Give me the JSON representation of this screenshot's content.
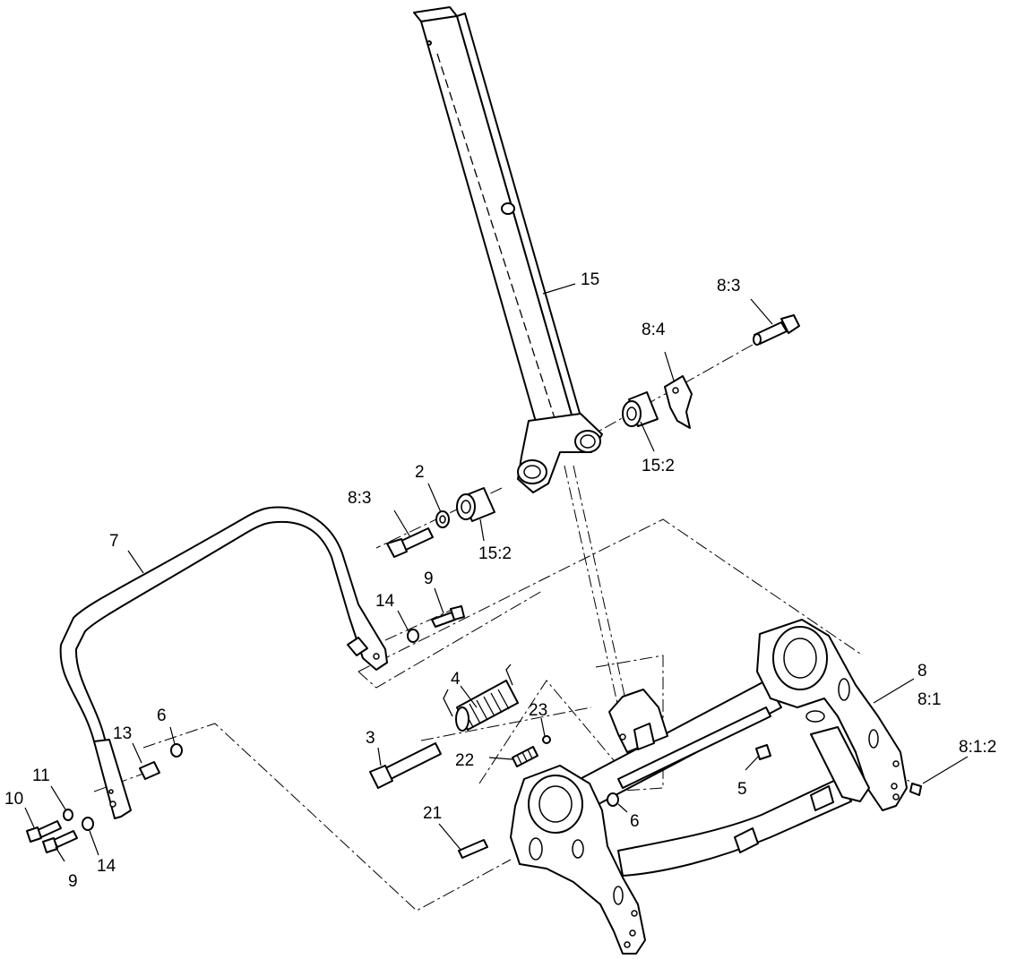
{
  "callouts": {
    "c15": "15",
    "c8_3_top": "8:3",
    "c8_4": "8:4",
    "c15_2_right": "15:2",
    "c2": "2",
    "c8_3_left": "8:3",
    "c15_2_left": "15:2",
    "c7": "7",
    "c9_top": "9",
    "c14_top": "14",
    "c4": "4",
    "c23": "23",
    "c3": "3",
    "c22": "22",
    "c8": "8",
    "c8_1": "8:1",
    "c8_1_2": "8:1:2",
    "c5": "5",
    "c6_right": "6",
    "c6_left": "6",
    "c13": "13",
    "c11": "11",
    "c10": "10",
    "c9_bottom": "9",
    "c14_bottom": "14",
    "c21": "21"
  }
}
